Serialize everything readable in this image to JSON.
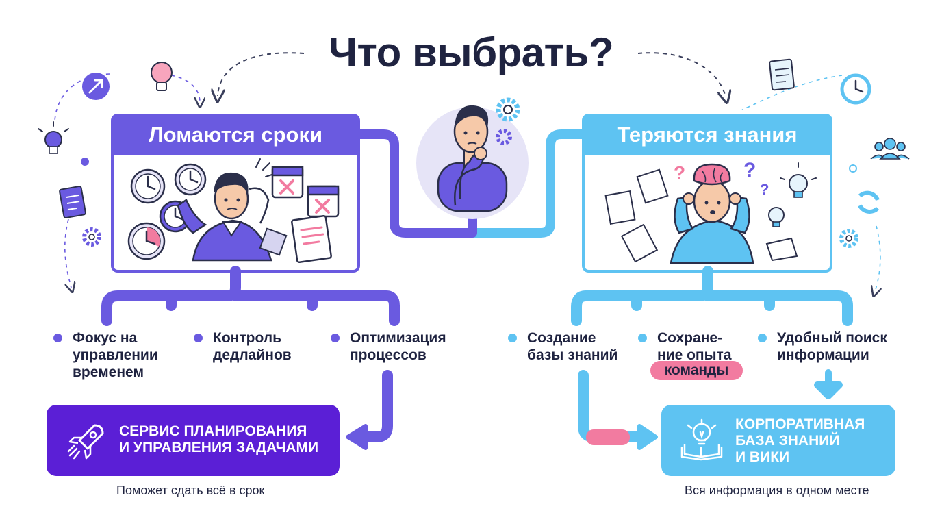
{
  "title": "Что выбрать?",
  "left": {
    "header": "Ломаются сроки",
    "bullets": [
      {
        "lines": [
          "Фокус на",
          "управлении",
          "временем"
        ]
      },
      {
        "lines": [
          "Контроль",
          "дедлайнов"
        ]
      },
      {
        "lines": [
          "Оптимизация",
          "процессов"
        ]
      }
    ],
    "solution": {
      "lines": [
        "СЕРВИС ПЛАНИРОВАНИЯ",
        "И УПРАВЛЕНИЯ ЗАДАЧАМИ"
      ]
    },
    "caption": "Поможет сдать всё в срок"
  },
  "right": {
    "header": "Теряются знания",
    "bullets": [
      {
        "lines": [
          "Создание",
          "базы знаний"
        ]
      },
      {
        "lines": [
          "Сохране-",
          "ние опыта"
        ]
      },
      {
        "lines": [
          "Удобный поиск",
          "информации"
        ]
      }
    ],
    "tag": "команды",
    "solution": {
      "lines": [
        "КОРПОРАТИВНАЯ",
        "БАЗА ЗНАНИЙ",
        "И ВИКИ"
      ]
    },
    "caption": "Вся информация в одном месте"
  },
  "colors": {
    "purple": "#6a5ae0",
    "deep_purple": "#5b1fd6",
    "blue": "#5ec3f2",
    "pink": "#f27ba0",
    "text": "#1f2340"
  },
  "icons": [
    "rocket-icon",
    "lightbulb-book-icon",
    "clock-icon",
    "calendar-icon",
    "gear-icon",
    "people-icon",
    "document-icon",
    "brain-icon",
    "question-mark-icon",
    "arrow-icon"
  ]
}
